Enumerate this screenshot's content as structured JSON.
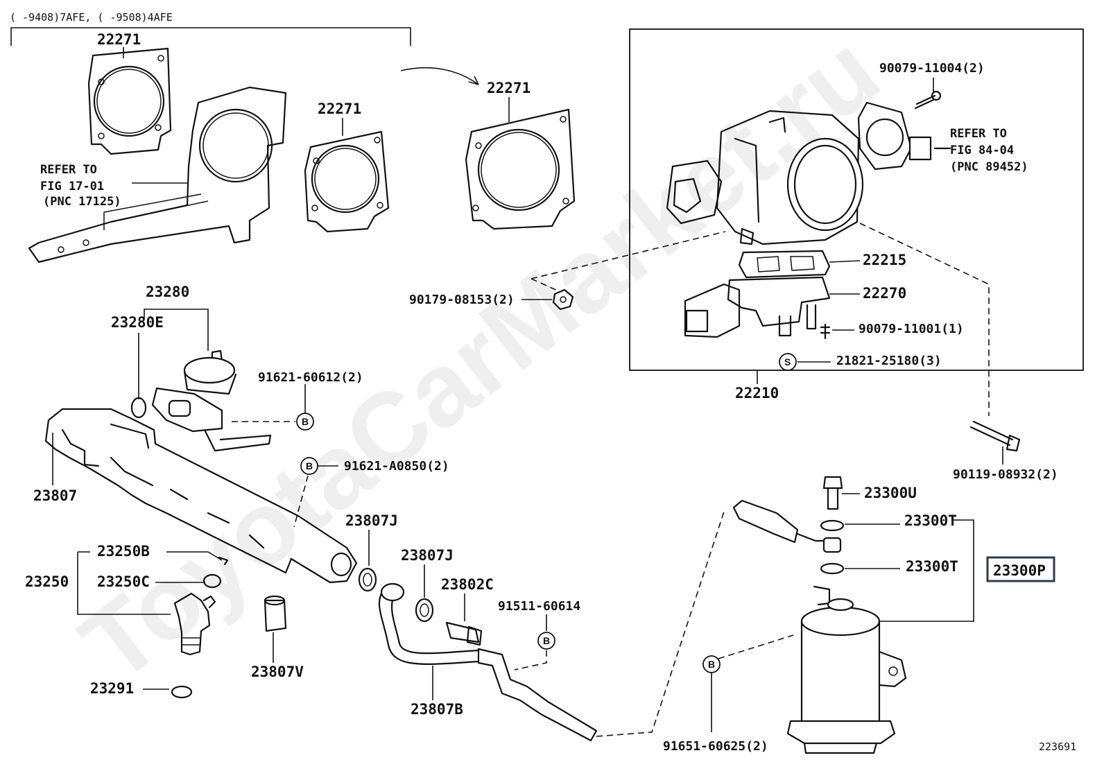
{
  "header": {
    "applicability": "(    -9408)7AFE, (    -9508)4AFE"
  },
  "watermark": "ToyotaCarMarket.ru",
  "footer": {
    "figure_id": "223691"
  },
  "badges": {
    "b": "B",
    "s": "S"
  },
  "references": {
    "fig17": {
      "line1": "REFER TO",
      "line2": "FIG 17-01",
      "line3": "(PNC 17125)"
    },
    "fig84": {
      "line1": "REFER TO",
      "line2": "FIG 84-04",
      "line3": "(PNC 89452)"
    }
  },
  "parts": {
    "gasket_a": "22271",
    "gasket_b": "22271",
    "gasket_c": "22271",
    "screw_top": "90079-11004(2)",
    "gasket_22215": "22215",
    "iac_valve": "22270",
    "screw_iac": "90079-11001(1)",
    "stud_s": "21821-25180(3)",
    "throttle_body": "22210",
    "nut_left": "90179-08153(2)",
    "regulator": "23280",
    "oring_reg": "23280E",
    "bolt_reg": "91621-60612(2)",
    "delivery_pipe": "23807",
    "bolt_pipe": "91621-A0850(2)",
    "gasket_j1": "23807J",
    "gasket_j2": "23807J",
    "union_bolt": "23802C",
    "bolt_hose": "91511-60614",
    "hose": "23807B",
    "injector": "23250",
    "injector_b": "23250B",
    "injector_c": "23250C",
    "insulator": "23807V",
    "injector_ring": "23291",
    "filter_bolt": "23300U",
    "filter_gasket_1": "23300T",
    "filter_gasket_2": "23300T",
    "filter_kit": "23300P",
    "bolt_filter_bracket": "91651-60625(2)",
    "bolt_right": "90119-08932(2)"
  }
}
